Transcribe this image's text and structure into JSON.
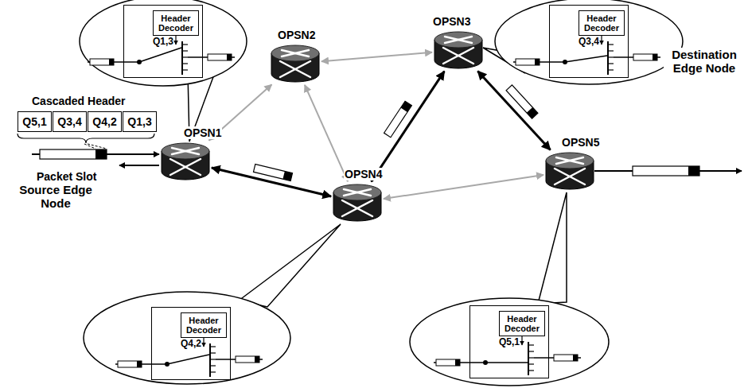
{
  "diagram": {
    "nodes": [
      {
        "text": [
          "Q5,1"
        ]
      },
      {
        "text": [
          "Q3,4"
        ]
      },
      {
        "text": [
          "Q4,2"
        ]
      },
      {
        "text": [
          "Q1,3"
        ]
      },
      {
        "text": [
          "Q1,3"
        ]
      },
      {
        "text": [
          "Header Decoder"
        ],
        "in": 4
      },
      {
        "text": [
          "OPSN1"
        ]
      },
      {
        "text": [
          "OPSN2"
        ]
      },
      {
        "text": [
          "OPSN3"
        ]
      },
      {
        "text": [
          "OPSN4"
        ]
      },
      {
        "text": [
          "OPSN5"
        ]
      },
      {
        "text": [
          "Q3,4"
        ]
      },
      {
        "text": [
          "Header Decoder"
        ],
        "in": 11
      },
      {
        "text": [
          "Q4,2"
        ]
      },
      {
        "text": [
          "Header Decoder"
        ],
        "in": 13
      },
      {
        "text": [
          "Q5,1"
        ]
      },
      {
        "text": [
          "Header Decoder"
        ],
        "in": 15
      }
    ],
    "edges": [
      {
        "from": 6,
        "to": 7,
        "arrow": "both"
      },
      {
        "from": 6,
        "to": 9,
        "arrow": "both"
      },
      {
        "from": 7,
        "to": 8,
        "arrow": "both"
      },
      {
        "from": 7,
        "to": 9,
        "arrow": "both"
      },
      {
        "from": 9,
        "to": 8,
        "arrow": "both"
      },
      {
        "from": 8,
        "to": 10,
        "arrow": "both"
      },
      {
        "from": 9,
        "to": 10,
        "arrow": "both"
      }
    ],
    "labels": [
      "Cascaded Header",
      "Packet Slot",
      "Source Edge Node",
      "Destination Edge Node"
    ]
  }
}
